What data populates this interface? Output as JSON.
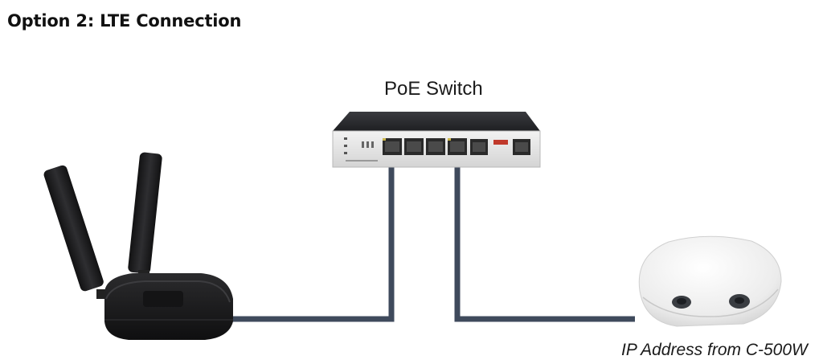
{
  "title": "Option 2: LTE Connection",
  "switch": {
    "label": "PoE Switch"
  },
  "router": {
    "icon": "lte-router-icon"
  },
  "camera": {
    "label": "IP Address from C-500W",
    "icon": "ceiling-camera-icon"
  },
  "colors": {
    "cable": "#3f4a5c",
    "device_dark": "#1c1c1e",
    "camera_body": "#eeeeee"
  }
}
